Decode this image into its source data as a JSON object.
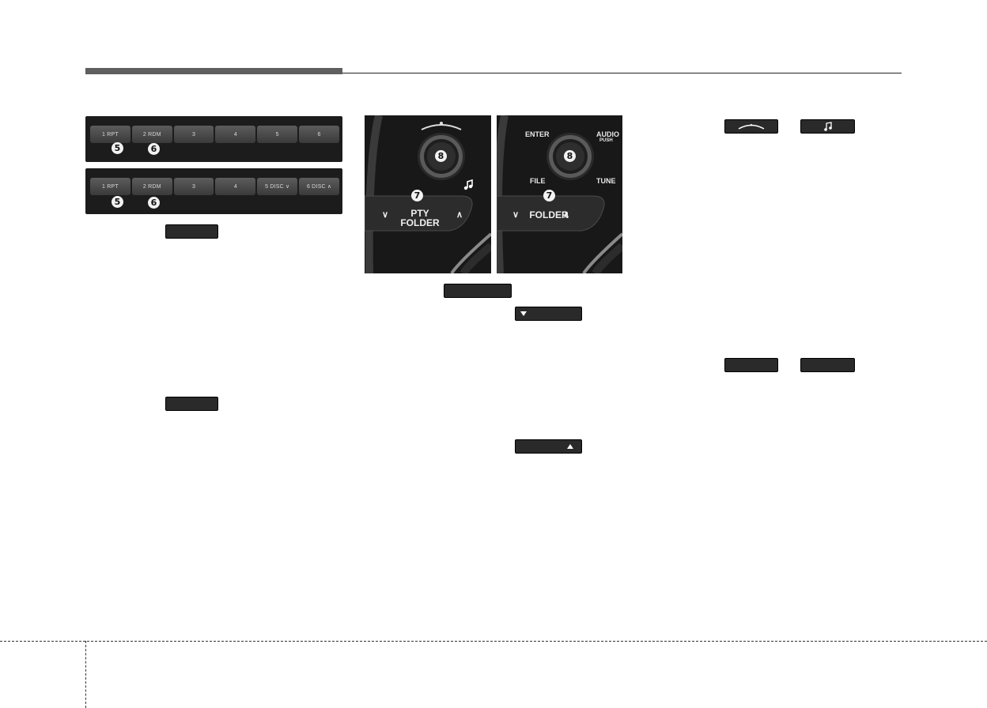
{
  "strip_top": {
    "presets": [
      "1 RPT",
      "2 RDM",
      "3",
      "4",
      "5",
      "6"
    ],
    "callouts": [
      "5",
      "6"
    ]
  },
  "strip_bottom": {
    "presets": [
      "1 RPT",
      "2 RDM",
      "3",
      "4",
      "5 DISC ∨",
      "6 DISC ∧"
    ],
    "callouts": [
      "5",
      "6"
    ]
  },
  "panel_left": {
    "knob_callout": "8",
    "button_callout": "7",
    "button_line1": "PTY",
    "button_line2": "FOLDER",
    "music_icon": "music-note-icon"
  },
  "panel_right": {
    "knob_callout": "8",
    "button_callout": "7",
    "label_enter": "ENTER",
    "label_audio": "AUDIO",
    "label_push": "PUSH",
    "label_file": "FILE",
    "label_tune": "TUNE",
    "button_label": "FOLDER"
  },
  "colors": {
    "panel_bg": "#181818",
    "key_bg": "#2a2a2a",
    "header_bar": "#5f5f5f"
  }
}
